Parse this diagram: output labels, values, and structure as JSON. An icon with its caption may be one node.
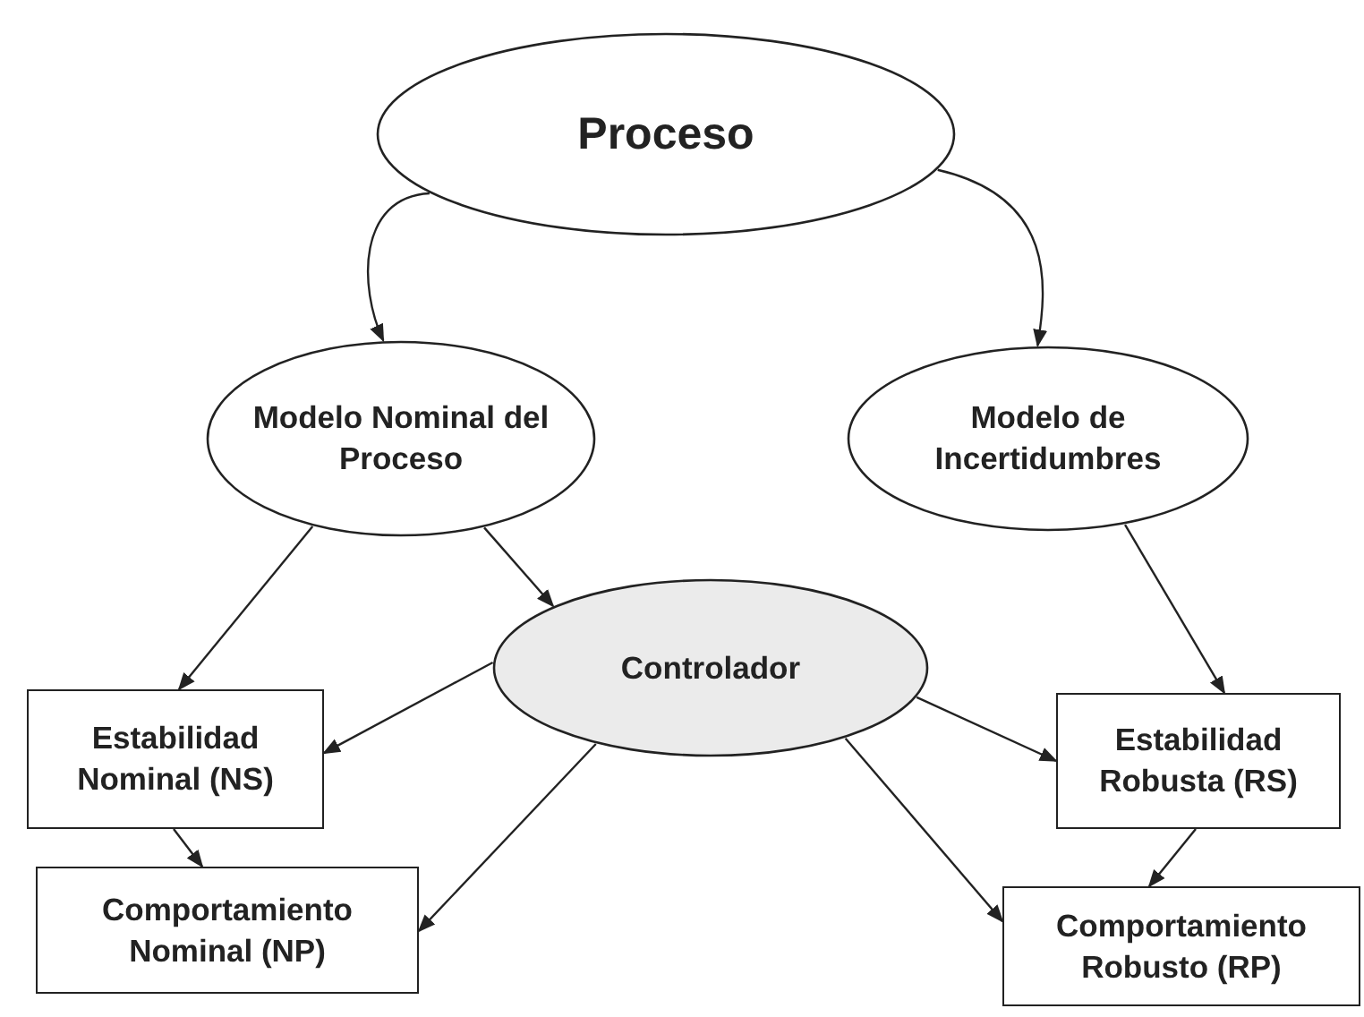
{
  "diagram": {
    "nodes": [
      {
        "text": [
          "Proceso"
        ]
      },
      {
        "text": [
          "Modelo Nominal del Proceso"
        ]
      },
      {
        "text": [
          "Modelo de Incertidumbres"
        ]
      },
      {
        "text": [
          "Controlador"
        ]
      },
      {
        "text": [
          "Estabilidad Nominal (NS)"
        ]
      },
      {
        "text": [
          "Comportamiento Nominal (NP)"
        ]
      },
      {
        "text": [
          "Estabilidad Robusta (RS)"
        ]
      },
      {
        "text": [
          "Comportamiento Robusto (RP)"
        ]
      }
    ],
    "edges": [
      {
        "from": 0,
        "to": 1,
        "arrow": "to"
      },
      {
        "from": 0,
        "to": 2,
        "arrow": "to"
      },
      {
        "from": 1,
        "to": 4,
        "arrow": "to"
      },
      {
        "from": 1,
        "to": 3,
        "arrow": "to"
      },
      {
        "from": 2,
        "to": 6,
        "arrow": "to"
      },
      {
        "from": 3,
        "to": 4,
        "arrow": "to"
      },
      {
        "from": 3,
        "to": 5,
        "arrow": "to"
      },
      {
        "from": 3,
        "to": 6,
        "arrow": "to"
      },
      {
        "from": 3,
        "to": 7,
        "arrow": "to"
      },
      {
        "from": 4,
        "to": 5,
        "arrow": "to"
      },
      {
        "from": 6,
        "to": 7,
        "arrow": "to"
      }
    ]
  }
}
